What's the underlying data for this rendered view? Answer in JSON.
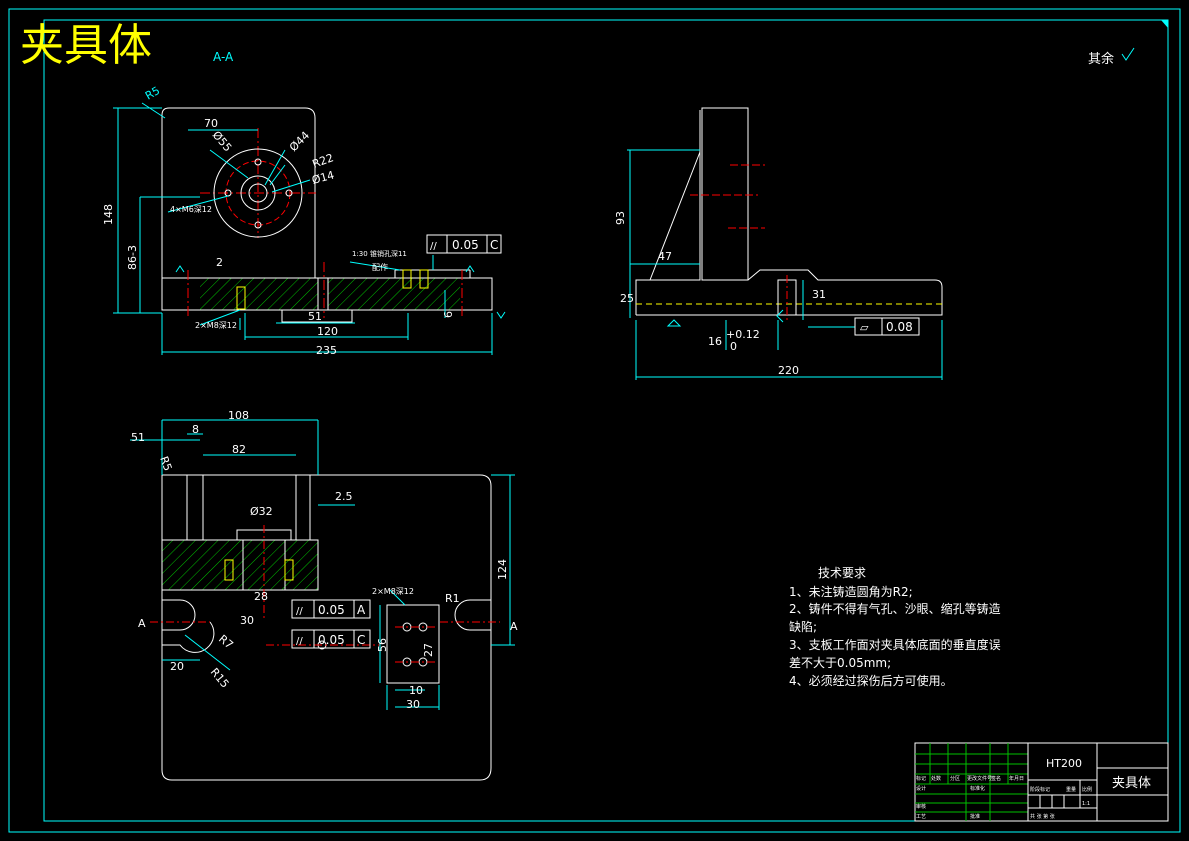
{
  "title": "夹具体",
  "section_label": "A-A",
  "surface_note": "其余",
  "top_view": {
    "dims": {
      "r5": "R5",
      "d70": "70",
      "d55": "Ø55",
      "d44": "Ø44",
      "r22": "R22",
      "d14": "Ø14",
      "d148": "148",
      "d86": "86-3",
      "d2": "2",
      "holes_4": "4×M6深12",
      "holes_2": "2×M8深12",
      "d51": "51",
      "d120": "120",
      "d235": "235",
      "d6": "6",
      "pin_note_1": "1:30 锥销孔深11",
      "pin_note_2": "配作"
    },
    "tolerance": {
      "symbol": "//",
      "value": "0.05",
      "datum": "C"
    }
  },
  "side_view": {
    "dims": {
      "d93": "93",
      "d47": "47",
      "d25": "25",
      "d31": "31",
      "d16": "16",
      "tol_plus": "+0.12",
      "tol_zero": "0",
      "d220": "220"
    },
    "tolerance": {
      "symbol": "▱",
      "value": "0.08"
    }
  },
  "bottom_view": {
    "dims": {
      "d108": "108",
      "d51": "51",
      "d8": "8",
      "d82": "82",
      "r5": "R5",
      "d2_5": "2.5",
      "d32": "Ø32",
      "d124": "124",
      "d28": "28",
      "d30": "30",
      "r1": "R1",
      "r7": "R7",
      "r15": "R15",
      "d20": "20",
      "holes": "2×M8深12",
      "d56": "56",
      "d27": "27",
      "d10": "10",
      "d30b": "30",
      "a_left": "A",
      "a_right": "A"
    },
    "tol1": {
      "symbol": "//",
      "value": "0.05",
      "datum": "A"
    },
    "tol2": {
      "symbol": "//",
      "value": "0.05",
      "datum": "C"
    }
  },
  "tech_notes": {
    "heading": "技术要求",
    "lines": [
      "1、未注铸造圆角为R2;",
      "2、铸件不得有气孔、沙眼、缩孔等铸造",
      "缺陷;",
      "3、支板工作面对夹具体底面的垂直度误",
      "差不大于0.05mm;",
      "4、必须经过探伤后方可使用。"
    ]
  },
  "title_block": {
    "material": "HT200",
    "part_name": "夹具体",
    "labels": [
      "标记",
      "处数",
      "分区",
      "更改文件号",
      "签名",
      "年月日",
      "设计",
      "标准化",
      "审核",
      "工艺",
      "批准",
      "阶段标记",
      "重量",
      "比例",
      "共  张  第  张",
      "1:1"
    ]
  },
  "colors": {
    "background": "#000000",
    "outline": "#ffffff",
    "dimension": "#00ffff",
    "centerline": "#ff0000",
    "hatch": "#00c000",
    "title": "#ffff00",
    "hidden": "#ffff00"
  }
}
